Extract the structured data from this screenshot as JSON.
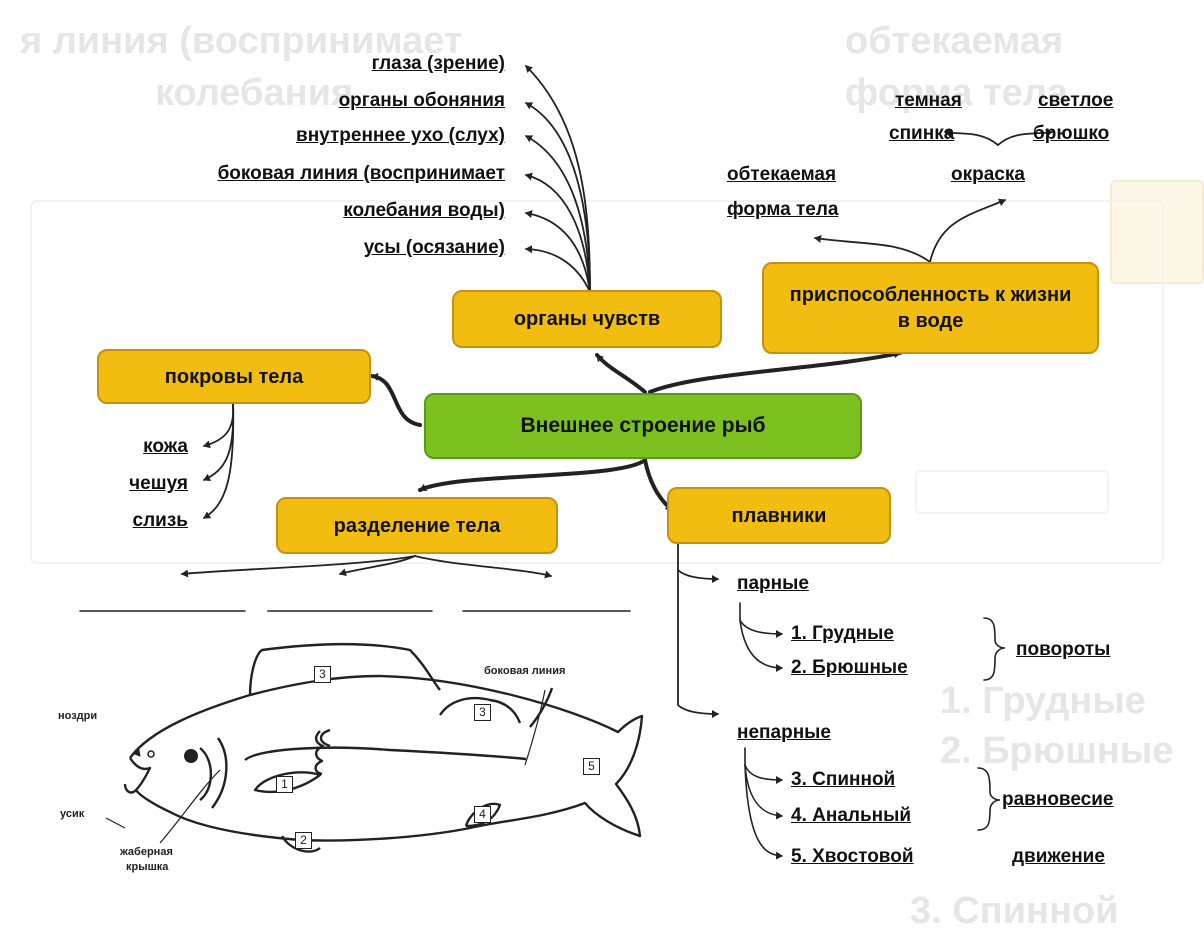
{
  "center": "Внешнее строение рыб",
  "categories": {
    "organs": "органы чувств",
    "adaptation": "приспособленность к жизни в воде",
    "covers": "покровы тела",
    "division": "разделение тела",
    "fins": "плавники"
  },
  "senses": [
    "глаза (зрение)",
    "органы обоняния",
    "внутреннее ухо (слух)",
    "боковая линия (воспринимает",
    "колебания воды)",
    "усы (осязание)"
  ],
  "adaptation_items": {
    "shape": [
      "обтекаемая",
      "форма тела"
    ],
    "coloring": "окраска",
    "dark": [
      "темная",
      "спинка"
    ],
    "light": [
      "светлое",
      "брюшко"
    ]
  },
  "covers_items": [
    "кожа",
    "чешуя",
    "слизь"
  ],
  "fins": {
    "paired": "парные",
    "paired_items": [
      "1. Грудные",
      "2. Брюшные"
    ],
    "paired_function": "повороты",
    "unpaired": "непарные",
    "unpaired_items": [
      "3. Спинной",
      "4. Анальный",
      "5. Хвостовой"
    ],
    "balance": "равновесие",
    "movement": "движение"
  },
  "fish": {
    "nostrils": "ноздри",
    "barbel": "усик",
    "gill_cover": [
      "жаберная",
      "крышка"
    ],
    "lateral_line": "боковая линия",
    "numbers": [
      "1",
      "2",
      "3",
      "3",
      "4",
      "5"
    ]
  },
  "background_ghosts": [
    "я линия (воспринимает",
    "колебания",
    "обтекаемая",
    "форма тела",
    "1. Грудные",
    "2. Брюшные",
    "3. Спинной"
  ]
}
